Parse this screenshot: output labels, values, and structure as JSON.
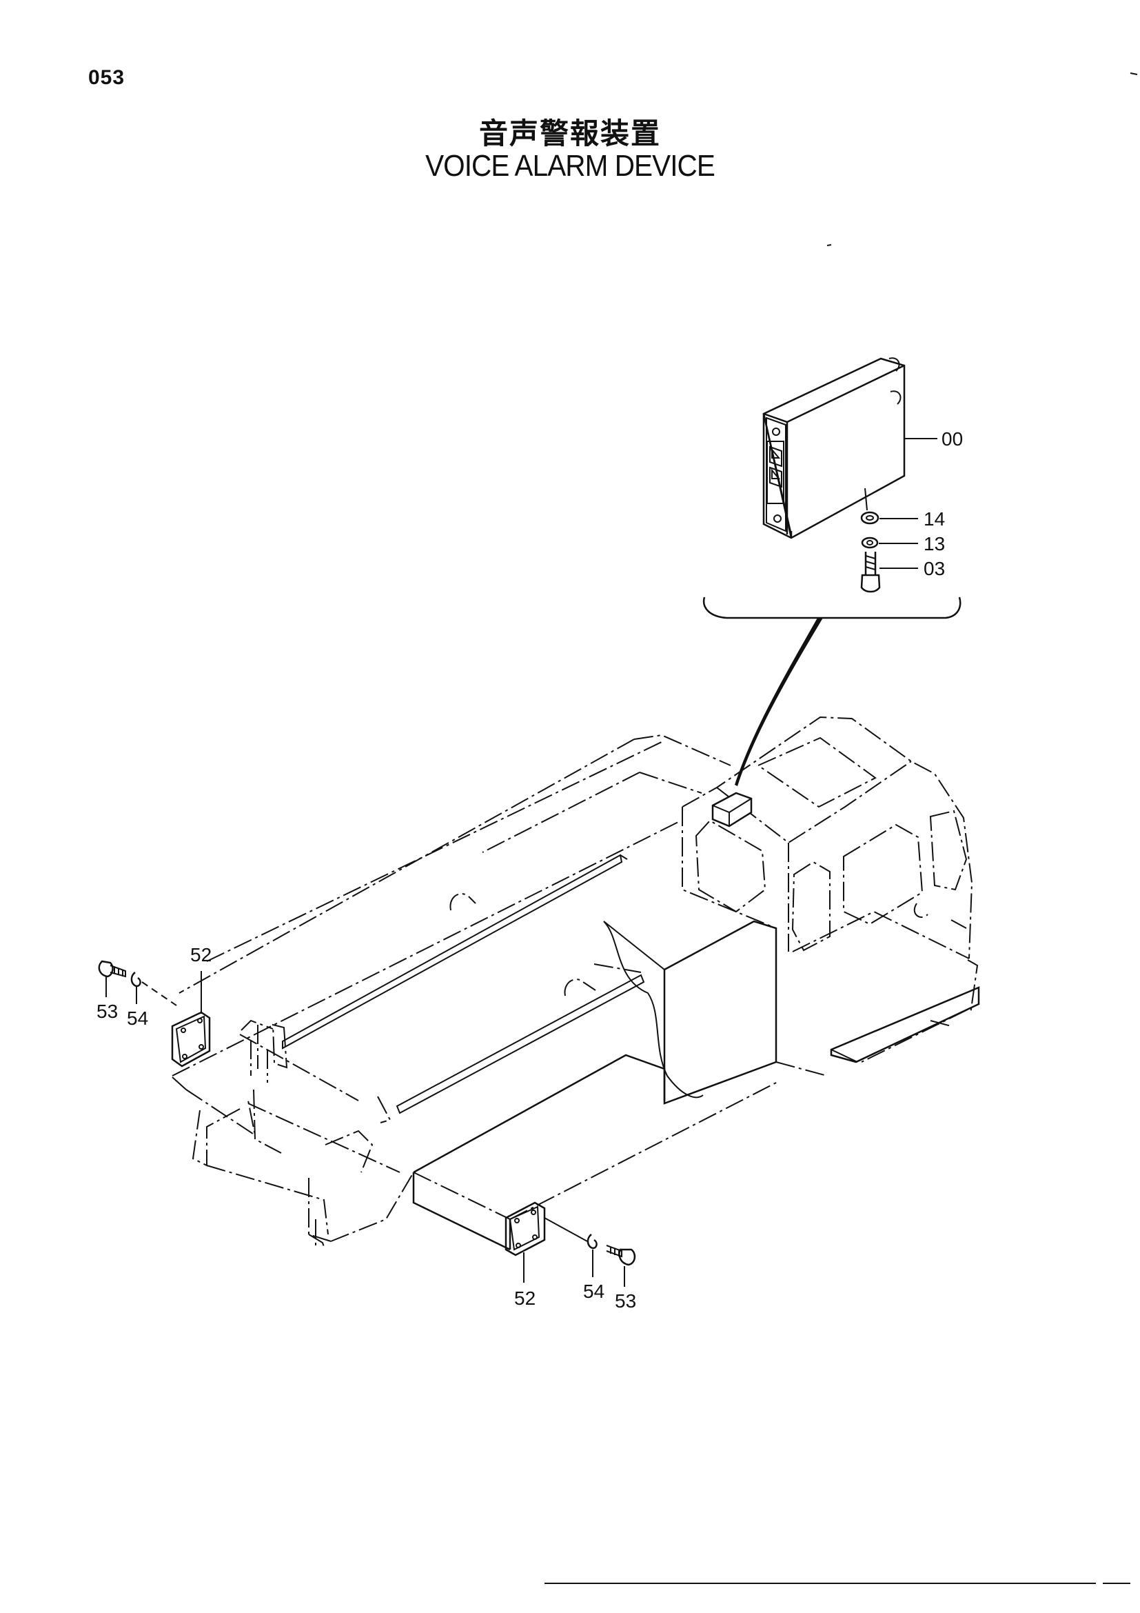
{
  "page": {
    "number": "053",
    "title_jp": "音声警報装置",
    "title_en": "VOICE ALARM DEVICE"
  },
  "callouts": {
    "c00": "00",
    "c14": "14",
    "c13": "13",
    "c03": "03",
    "c52_left": "52",
    "c53_left": "53",
    "c54_left": "54",
    "c52_right": "52",
    "c54_right": "54",
    "c53_right": "53"
  }
}
